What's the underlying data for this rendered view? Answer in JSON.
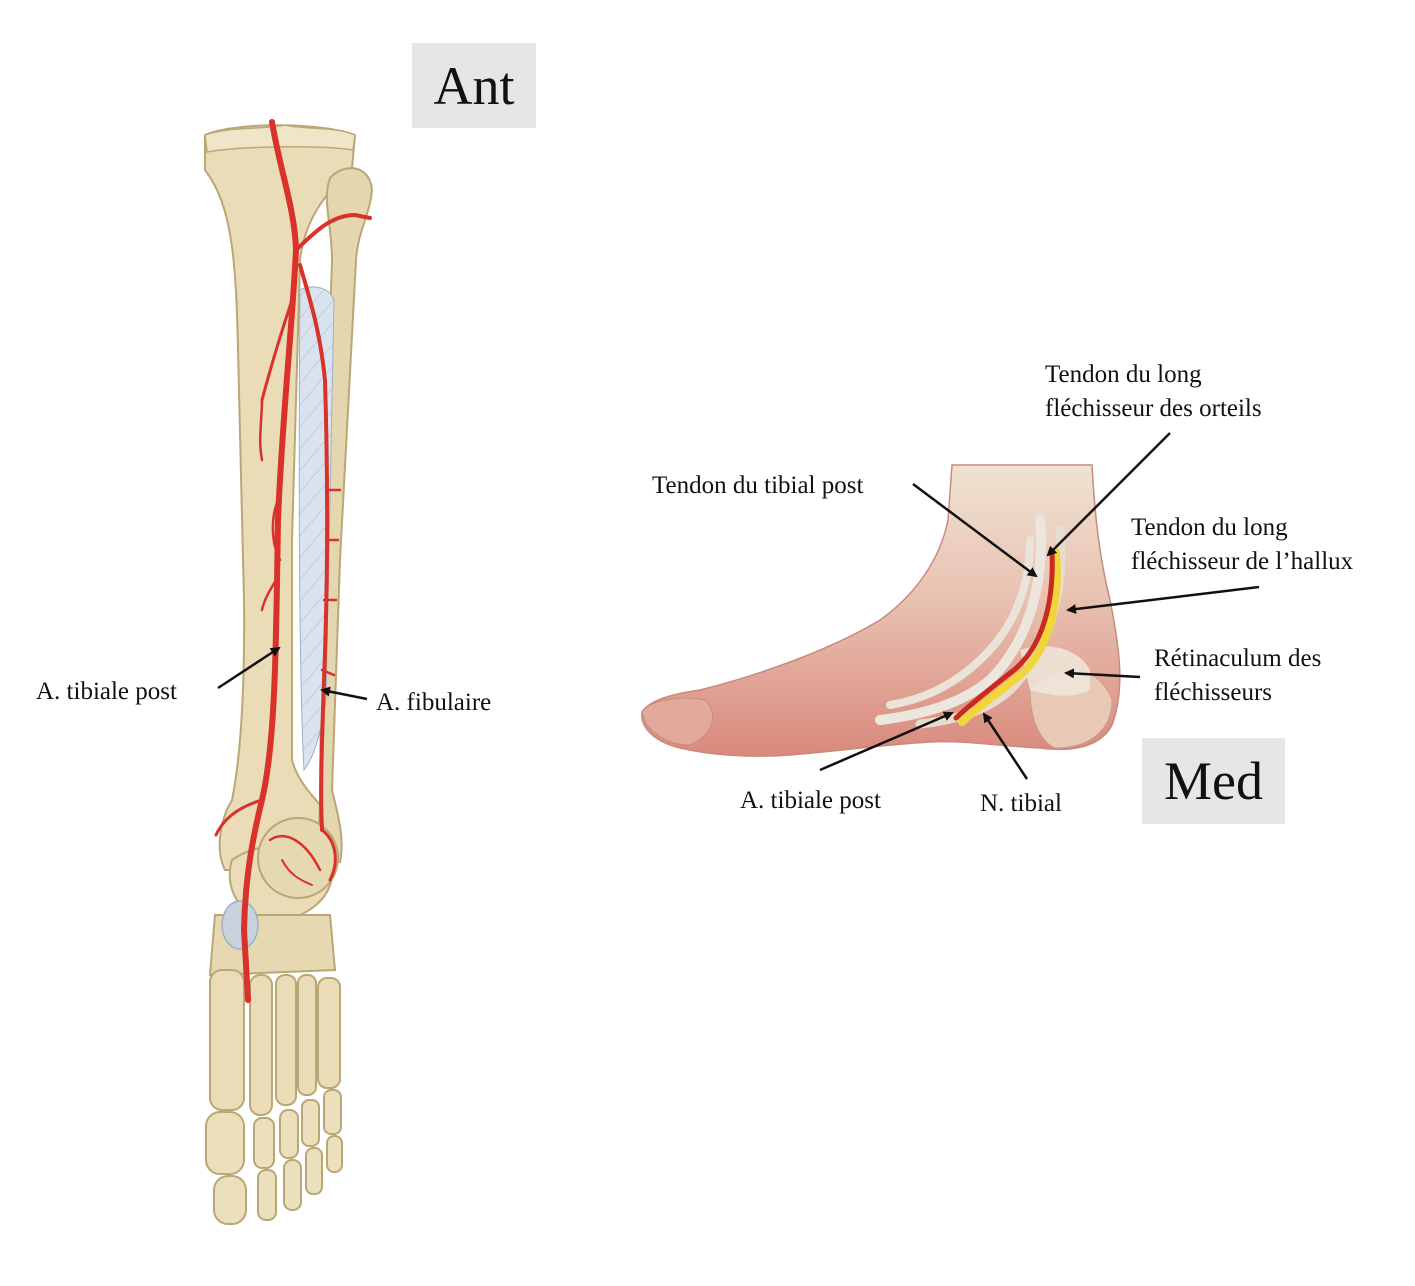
{
  "views": {
    "anterior": "Ant",
    "medial": "Med"
  },
  "labels": {
    "ant_tibial_post": "A. tibiale post",
    "ant_fibular": "A. fibulaire",
    "flexor_digitorum_line1": "Tendon du long",
    "flexor_digitorum_line2": "fléchisseur des orteils",
    "tibialis_post_tendon": "Tendon du tibial post",
    "flexor_hallucis_line1": "Tendon du long",
    "flexor_hallucis_line2": "fléchisseur de l’hallux",
    "retinaculum_line1": "Rétinaculum des",
    "retinaculum_line2": "fléchisseurs",
    "med_tibial_post": "A. tibiale post",
    "tibial_nerve": "N. tibial"
  },
  "colors": {
    "bone": "#e9dcb6",
    "bone_shade": "#c9b888",
    "artery": "#d8322a",
    "membrane": "#cfd9e6",
    "skin": "#e9b3a6",
    "skin_shade": "#cf8a7c",
    "tendon": "#e7e2d8",
    "nerve": "#f2d53a"
  }
}
